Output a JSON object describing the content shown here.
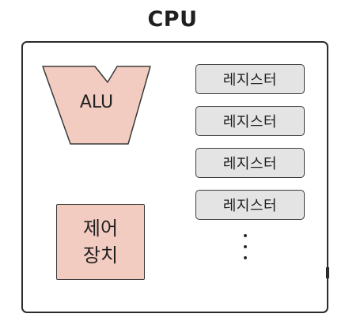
{
  "title": "CPU",
  "alu": {
    "label": "ALU",
    "color": "#f2ccc0"
  },
  "control_unit": {
    "line1": "제어",
    "line2": "장치",
    "color": "#f2ccc0"
  },
  "registers": [
    {
      "label": "레지스터"
    },
    {
      "label": "레지스터"
    },
    {
      "label": "레지스터"
    },
    {
      "label": "레지스터"
    }
  ],
  "register_color": "#e4e4e4"
}
